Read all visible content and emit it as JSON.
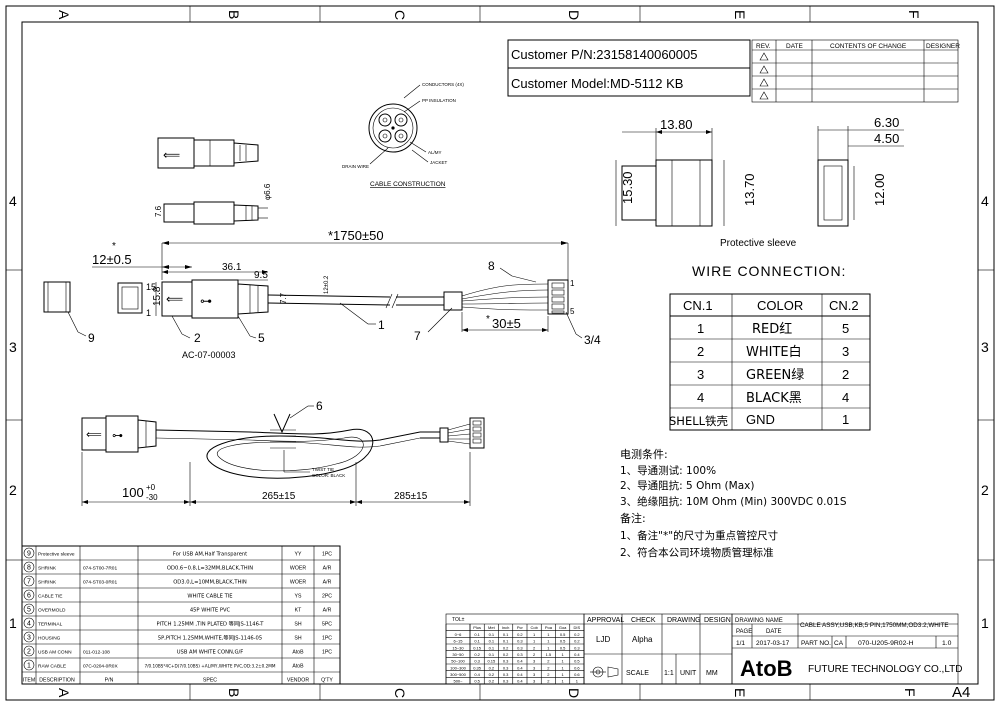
{
  "frame": {
    "col_labels": [
      "A",
      "B",
      "C",
      "D",
      "E",
      "F"
    ],
    "row_labels": [
      "4",
      "3",
      "2",
      "1"
    ],
    "sheet_size": "A4"
  },
  "customer": {
    "pn": "Customer P/N:23158140060005",
    "model": "Customer Model:MD-5112 KB"
  },
  "revision_table": {
    "headers": [
      "REV.",
      "DATE",
      "CONTENTS OF CHANGE",
      "DESIGNER"
    ],
    "rows": 4
  },
  "cable_construction": {
    "title": "CABLE CONSTRUCTION",
    "labels": [
      "CONDUCTORS (4X)",
      "PP INSULATION",
      "AL/MY",
      "JACKET",
      "DRAIN WIRE"
    ]
  },
  "dimensions": {
    "overall_length": "*1750±50",
    "plug_tip": "12±0.5",
    "plug_tip_star": "*",
    "d36": "36.1",
    "d95": "9.5",
    "d158": "15.8",
    "d1": "1",
    "d15": "15",
    "d7": "7.7",
    "d76": "7.6",
    "d66": "φ6.6",
    "d120": "12±0.2",
    "strip": "30±5",
    "strip_star": "*",
    "left_len": "100",
    "left_tol_up": "+0",
    "left_tol_dn": "-30",
    "mid_len": "265±15",
    "right_len": "285±15",
    "pin1": "1",
    "pin5": "5",
    "model_code": "AC-07-00003",
    "twist_note1": "TWIST TIE",
    "twist_note2": "COLOR: BLACK"
  },
  "callouts": [
    "8",
    "1",
    "7",
    "3/4",
    "2",
    "5",
    "9",
    "6"
  ],
  "sleeve": {
    "w": "13.80",
    "h1": "15.30",
    "h2": "13.70",
    "d1": "6.30",
    "d2": "4.50",
    "d3": "12.00",
    "caption": "Protective sleeve"
  },
  "wire_connection": {
    "title": "WIRE CONNECTION:",
    "headers": [
      "CN.1",
      "COLOR",
      "CN.2"
    ],
    "rows": [
      [
        "1",
        "RED红",
        "5"
      ],
      [
        "2",
        "WHITE白",
        "3"
      ],
      [
        "3",
        "GREEN绿",
        "2"
      ],
      [
        "4",
        "BLACK黑",
        "4"
      ],
      [
        "SHELL铁壳",
        "GND",
        "1"
      ]
    ]
  },
  "test_notes": {
    "heading": "电测条件:",
    "lines": [
      "1、导通测试: 100%",
      "2、导通阻抗: 5 Ohm (Max)",
      "3、绝缘阻抗: 10M Ohm (Min) 300VDC 0.01S"
    ],
    "remark_heading": "备注:",
    "remarks": [
      "1、备注\"*\"的尺寸为重点管控尺寸",
      "2、符合本公司环境物质管理标准"
    ]
  },
  "bom": {
    "footer": [
      "ITEM",
      "DESCRIPTION",
      "P/N",
      "SPEC",
      "VENDOR",
      "Q'TY"
    ],
    "rows": [
      {
        "item": "9",
        "desc": "Protective sleeve",
        "pn": "",
        "spec": "For USB AM,Half Transparent",
        "vendor": "YY",
        "qty": "1PC"
      },
      {
        "item": "8",
        "desc": "SHRINK",
        "pn": "074-ST00-7R01",
        "spec": "OD0.6~0.8,L=32MM,BLACK,THIN",
        "vendor": "WOER",
        "qty": "A/R"
      },
      {
        "item": "7",
        "desc": "SHRINK",
        "pn": "074-ST03-0R01",
        "spec": "OD3.0,L=10MM,BLACK,THIN",
        "vendor": "WOER",
        "qty": "A/R"
      },
      {
        "item": "6",
        "desc": "CABLE TIE",
        "pn": "",
        "spec": "WHITE CABLE TIE",
        "vendor": "YS",
        "qty": "2PC"
      },
      {
        "item": "5",
        "desc": "OVERMOLD",
        "pn": "",
        "spec": "45P WHITE PVC",
        "vendor": "KT",
        "qty": "A/R"
      },
      {
        "item": "4",
        "desc": "TERMINAL",
        "pn": "",
        "spec": "PITCH 1.25MM ,TIN PLATED 等同JS-1146-T",
        "vendor": "SH",
        "qty": "5PC"
      },
      {
        "item": "3",
        "desc": "HOUSING",
        "pn": "",
        "spec": "5P,PITCH 1.25MM,WHITE,等同JS-1146-05",
        "vendor": "SH",
        "qty": "1PC"
      },
      {
        "item": "2",
        "desc": "USB AM CONN",
        "pn": "011-012-108",
        "spec": "USB AM WHITE CONN,G/F",
        "vendor": "AtoB",
        "qty": "1PC"
      },
      {
        "item": "1",
        "desc": "RAW CABLE",
        "pn": "07C-0204-0R0X",
        "spec": "7/0.10BS*4C+D(7/0.10BS) +AL/MY,WHITE PVC,OD:3.2±0.2MM",
        "vendor": "AtoB",
        "qty": ""
      }
    ]
  },
  "tolerance": {
    "title": "TOL±",
    "col_heads": [
      "Plus",
      "Met",
      "Inch",
      "Pcr",
      "Cob",
      "Poa",
      "Goa",
      "DIS"
    ],
    "rows": [
      [
        "0~6",
        "0.1",
        "0.1",
        "0.1",
        "0.2",
        "1",
        "1",
        "0.5",
        "0.2"
      ],
      [
        "6~15",
        "0.1",
        "0.1",
        "0.1",
        "0.3",
        "1",
        "1",
        "0.5",
        "0.2"
      ],
      [
        "15~30",
        "0.15",
        "0.1",
        "0.2",
        "0.3",
        "2",
        "1",
        "0.5",
        "0.3"
      ],
      [
        "30~50",
        "0.2",
        "0.1",
        "0.2",
        "0.3",
        "2",
        "1.5",
        "1",
        "0.4"
      ],
      [
        "50~100",
        "0.3",
        "0.15",
        "0.3",
        "0.4",
        "3",
        "2",
        "1",
        "0.5"
      ],
      [
        "100~300",
        "0.35",
        "0.2",
        "0.3",
        "0.4",
        "3",
        "2",
        "1",
        "0.6"
      ],
      [
        "300~500",
        "0.4",
        "0.2",
        "0.3",
        "0.4",
        "3",
        "2",
        "1",
        "0.6"
      ],
      [
        "500~",
        "0.5",
        "0.2",
        "0.3",
        "0.4",
        "3",
        "2",
        "1",
        "1"
      ]
    ]
  },
  "approval": {
    "headers": [
      "APPROVAL",
      "CHECK",
      "DRAWING",
      "DESIGN"
    ],
    "values": [
      "LJD",
      "Alpha",
      "",
      ""
    ],
    "scale_label": "SCALE",
    "scale": "1:1",
    "unit_label": "UNIT",
    "unit": "MM"
  },
  "title_block": {
    "drawing_name_label": "DRAWING NAME",
    "drawing_name": "CABLE ASSY,USB,KB,5 PIN,1750MM,OD3.2,WHITE",
    "page_label": "PAGE",
    "date_label": "DATE",
    "page": "1/1",
    "date": "2017-03-17",
    "part_no_label": "PART NO.",
    "part_no_prefix": "CA",
    "part_no": "070-U205-9R02-H",
    "rev": "1.0",
    "company_logo": "AtoB",
    "company_name": "FUTURE TECHNOLOGY CO.,LTD"
  }
}
